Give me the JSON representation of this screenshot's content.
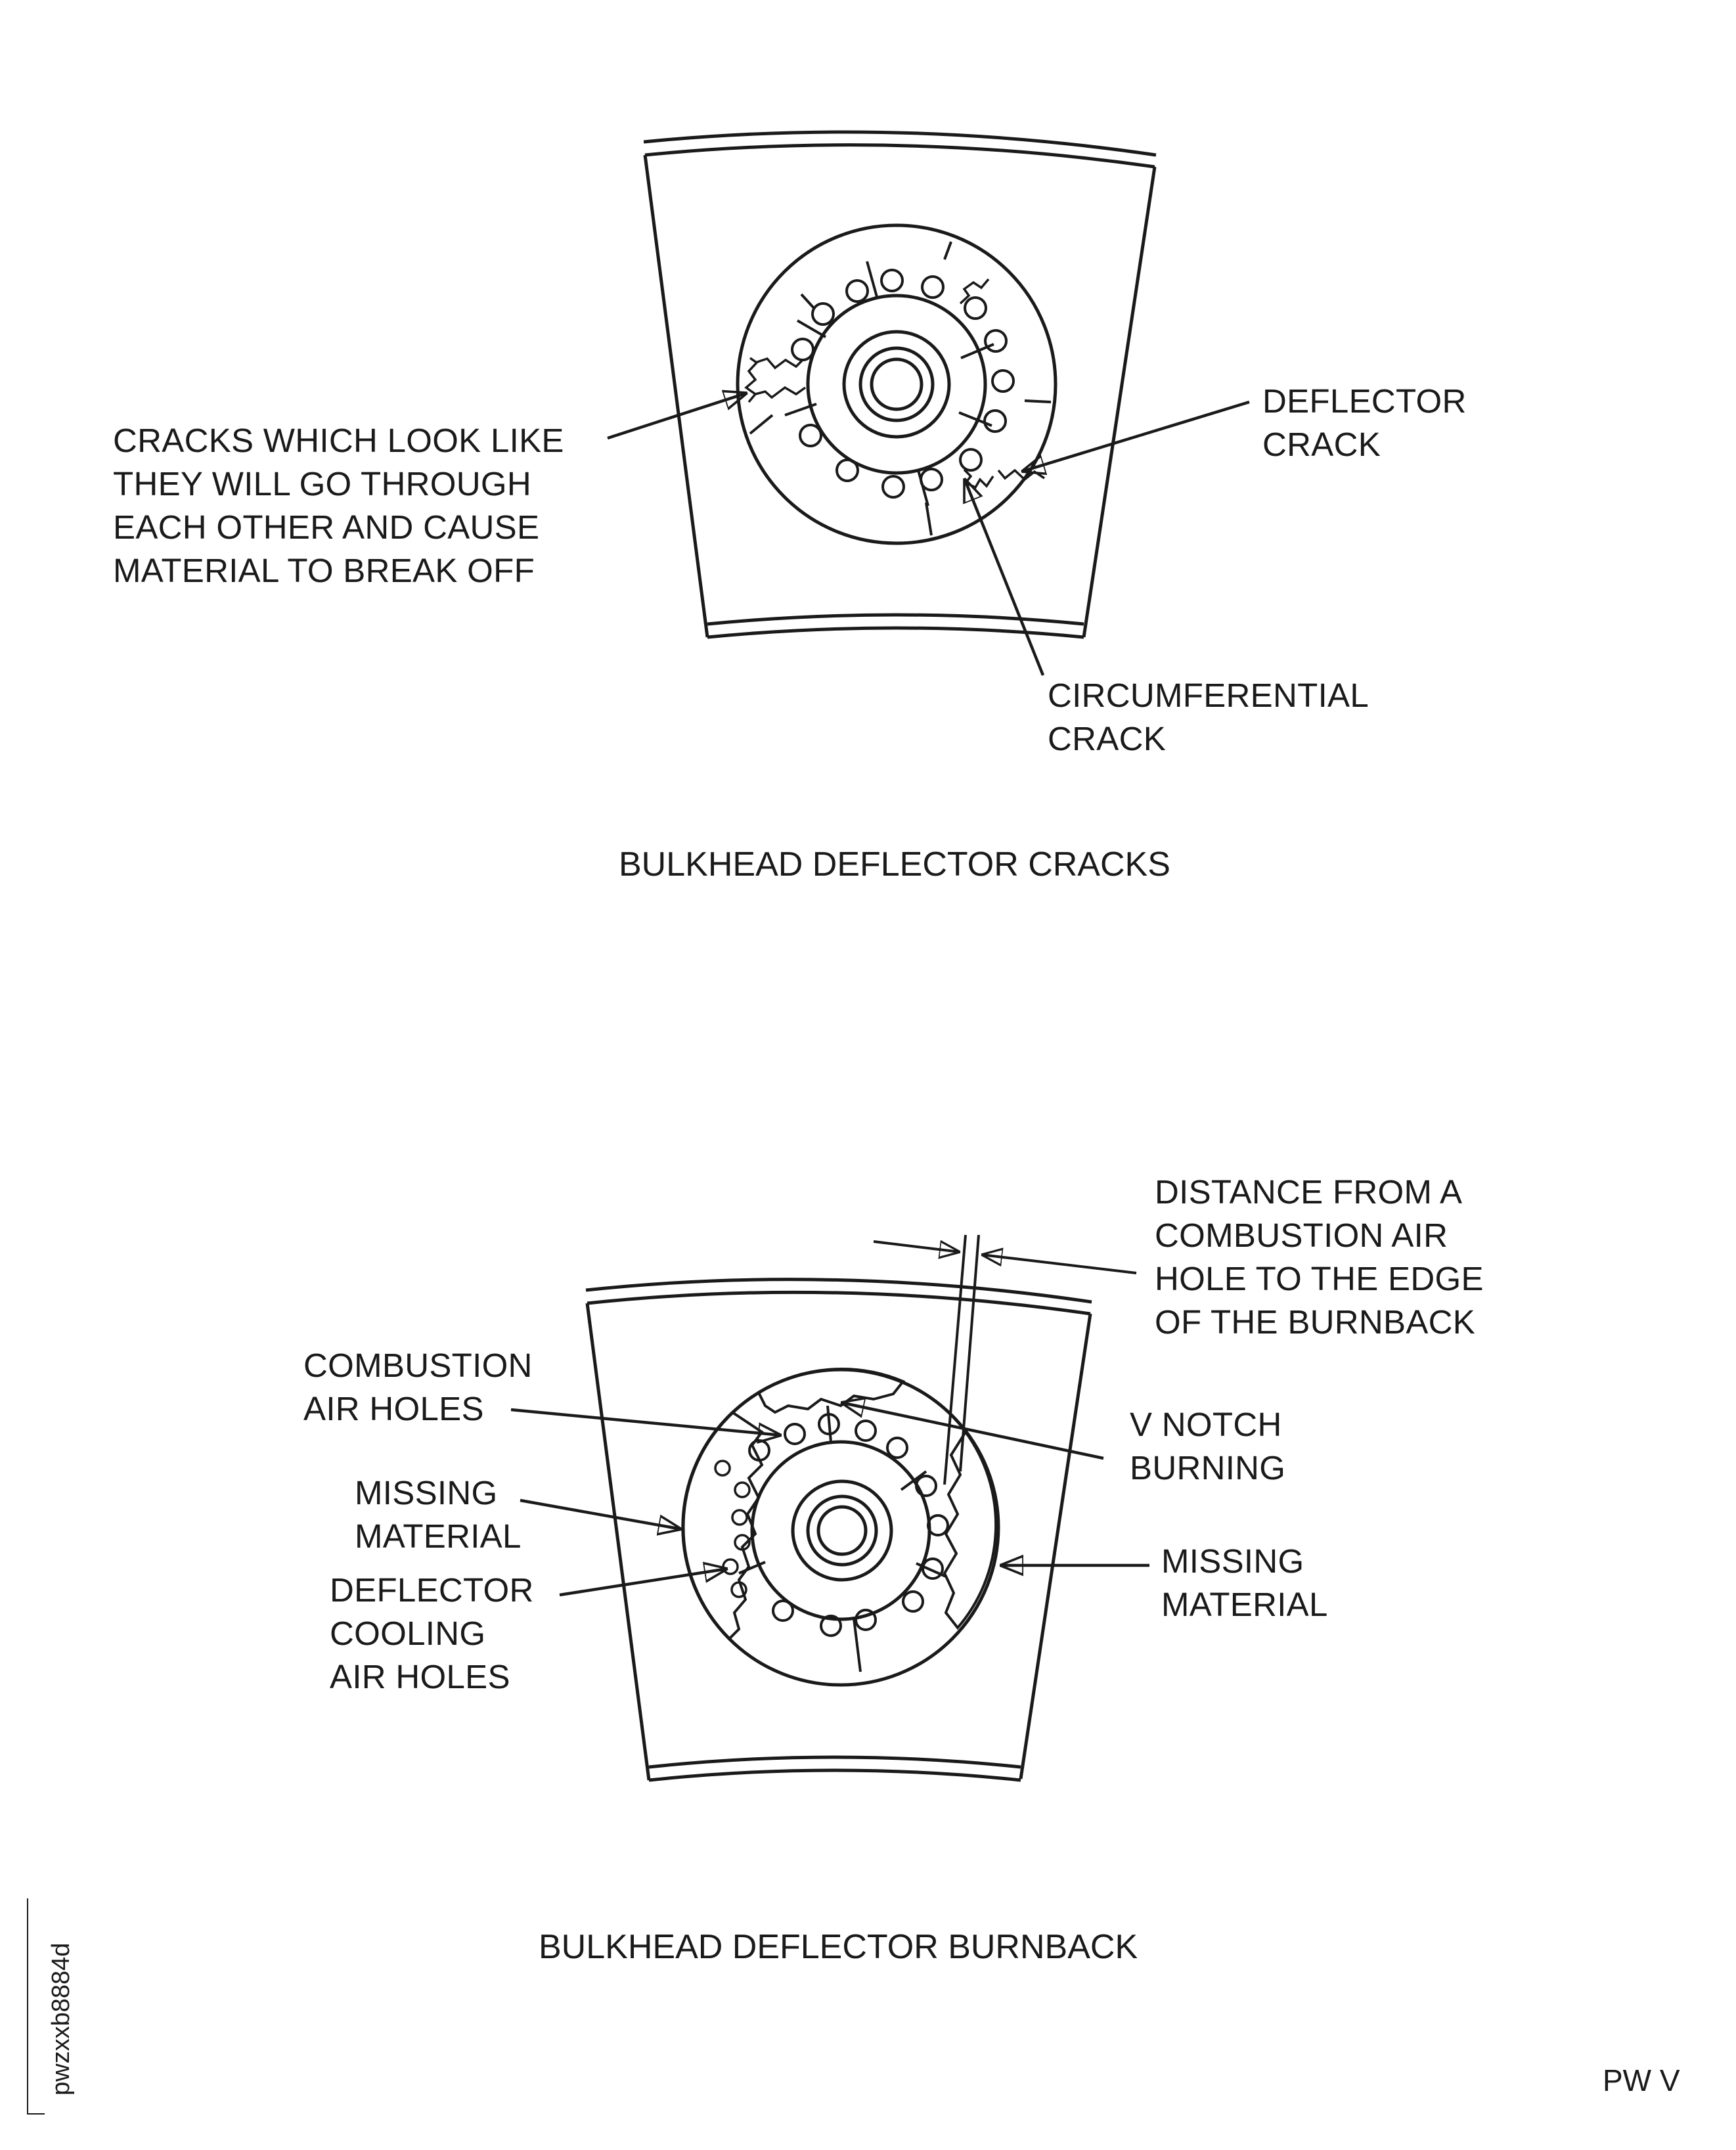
{
  "figure_top": {
    "caption": "BULKHEAD DEFLECTOR CRACKS",
    "labels": {
      "cracks_through": [
        "CRACKS WHICH LOOK LIKE",
        "THEY WILL GO THROUGH",
        "EACH OTHER AND CAUSE",
        "MATERIAL TO BREAK OFF"
      ],
      "deflector_crack": [
        "DEFLECTOR",
        "CRACK"
      ],
      "circumferential_crack": [
        "CIRCUMFERENTIAL",
        "CRACK"
      ]
    }
  },
  "figure_bottom": {
    "caption": "BULKHEAD DEFLECTOR BURNBACK",
    "labels": {
      "distance": [
        "DISTANCE FROM A",
        "COMBUSTION AIR",
        "HOLE TO THE EDGE",
        "OF THE BURNBACK"
      ],
      "combustion_air_holes": [
        "COMBUSTION",
        "AIR HOLES"
      ],
      "v_notch": [
        "V NOTCH",
        "BURNING"
      ],
      "missing_material_left": [
        "MISSING",
        "MATERIAL"
      ],
      "deflector_cooling": [
        "DEFLECTOR",
        "COOLING",
        "AIR HOLES"
      ],
      "missing_material_right": [
        "MISSING",
        "MATERIAL"
      ]
    }
  },
  "footer": {
    "image_id": "pwzxxb8884d",
    "code": "PW V"
  }
}
